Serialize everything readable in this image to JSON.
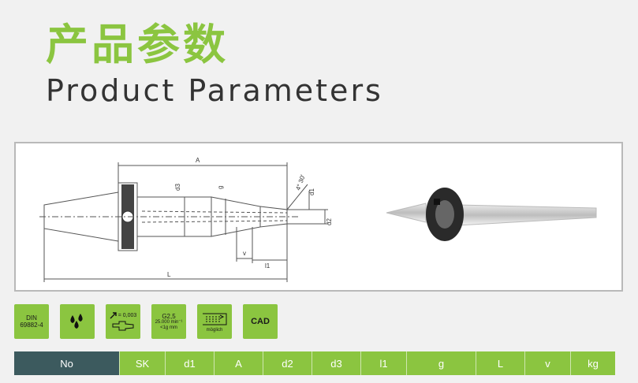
{
  "title_cn": "产品参数",
  "title_en": "Product Parameters",
  "drawing": {
    "dim_A": "A",
    "dim_L": "L",
    "dim_d1": "d1",
    "dim_d2": "d2",
    "dim_d3": "d3",
    "dim_g": "g",
    "dim_v": "v",
    "dim_l1": "l1",
    "angle": "4° 30'"
  },
  "badges": {
    "din_line1": "DIN",
    "din_line2": "69882-4",
    "runout": "= 0,003",
    "balance_line1": "G2,5",
    "balance_line2": "25.000 min⁻¹",
    "balance_line3": "<1g mm",
    "moglich": "möglich",
    "cad": "CAD"
  },
  "table": {
    "headers": [
      "No",
      "SK",
      "d1",
      "A",
      "d2",
      "d3",
      "l1",
      "g",
      "L",
      "v",
      "kg"
    ]
  },
  "colors": {
    "accent": "#8bc540",
    "header_dark": "#3c5a5e"
  }
}
